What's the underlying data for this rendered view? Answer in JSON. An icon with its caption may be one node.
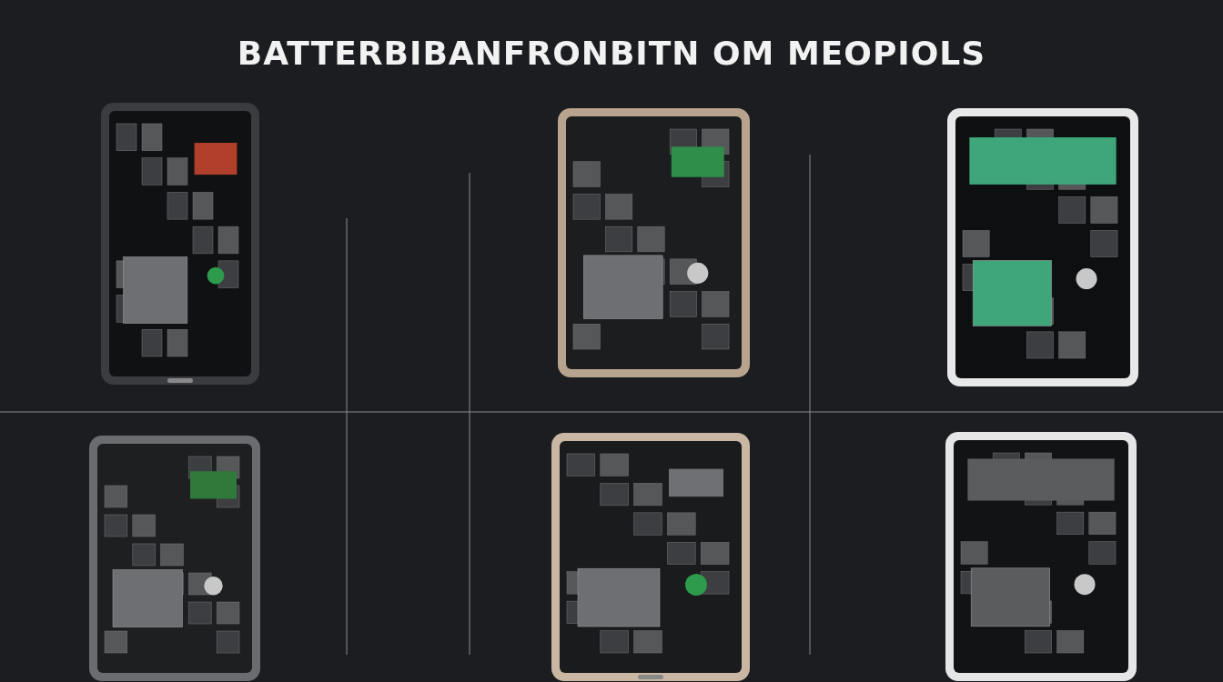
{
  "diagram": {
    "title": "BATTERBIBANFRONBITN OM MEOPIOLS",
    "nodes": [
      {
        "text": [],
        "shape": "picture"
      },
      {
        "text": [],
        "shape": "picture"
      },
      {
        "text": [],
        "shape": "picture"
      },
      {
        "text": [],
        "shape": "picture"
      },
      {
        "text": [],
        "shape": "picture"
      },
      {
        "text": [],
        "shape": "picture"
      }
    ]
  }
}
